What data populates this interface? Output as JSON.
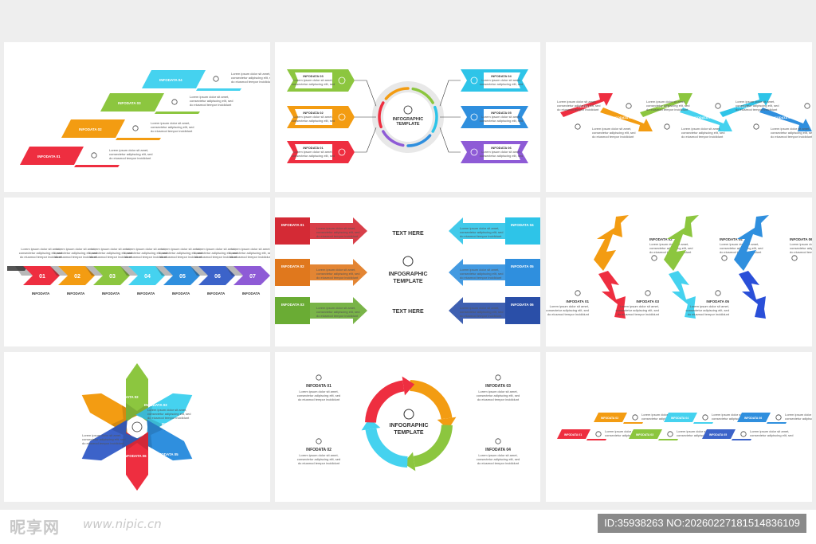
{
  "texts": {
    "infographic_template": "INFOGRAPHIC",
    "template": "TEMPLATE",
    "text_here": "TEXT HERE",
    "lorem_a": "Lorem ipsum dolor sit amet,",
    "lorem_b": "consectetur adipiscing elit, sed",
    "lorem_c": "do eiusmod tempor incididunt",
    "infodata": "INFODATA"
  },
  "p1": {
    "labels": [
      "INFODATA 04",
      "INFODATA 03",
      "INFODATA 02",
      "INFODATA 01"
    ],
    "colors": [
      "#45d2ef",
      "#8cc63f",
      "#f39c12",
      "#ee2e40"
    ]
  },
  "p2": {
    "left": [
      "INFODATA 03",
      "INFODATA 02",
      "INFODATA 01"
    ],
    "right": [
      "INFODATA 04",
      "INFODATA 05",
      "INFODATA 06"
    ],
    "left_colors": [
      "#8cc63f",
      "#f39c12",
      "#ee2e40"
    ],
    "right_colors": [
      "#2ec4e8",
      "#2f8fde",
      "#8e5bd6"
    ]
  },
  "p3": {
    "labels": [
      "INFODATA 01",
      "INFODATA 02",
      "INFODATA 03",
      "INFODATA 04",
      "INFODATA 05",
      "INFODATA 06"
    ],
    "colors": [
      "#ee2e40",
      "#f39c12",
      "#8cc63f",
      "#45d2ef",
      "#2ec4e8",
      "#2f8fde"
    ]
  },
  "p4": {
    "numbers": [
      "01",
      "02",
      "03",
      "04",
      "05",
      "06",
      "07"
    ],
    "colors": [
      "#ee2e40",
      "#f39c12",
      "#8cc63f",
      "#45d2ef",
      "#2f8fde",
      "#3c63c9",
      "#8e5bd6"
    ],
    "label": "INFODATA"
  },
  "p5": {
    "left": [
      "INFODATA 01",
      "INFODATA 02",
      "INFODATA 03"
    ],
    "right": [
      "INFODATA 04",
      "INFODATA 05",
      "INFODATA 06"
    ],
    "left_colors": [
      "#d42a35",
      "#e0781d",
      "#6aac34"
    ],
    "right_colors": [
      "#2ec4e8",
      "#2f8fde",
      "#2a4fa8"
    ]
  },
  "p6": {
    "top": [
      "INFODATA 02",
      "INFODATA 04",
      "INFODATA 06"
    ],
    "bottom": [
      "INFODATA 01",
      "INFODATA 03",
      "INFODATA 05"
    ],
    "top_colors": [
      "#f39c12",
      "#8cc63f",
      "#2f8fde"
    ],
    "bottom_colors": [
      "#ee2e40",
      "#45d2ef",
      "#2a4fd8"
    ]
  },
  "p7": {
    "labels": [
      "INFODATA 01",
      "INFODATA 02",
      "INFODATA 03",
      "INFODATA 04",
      "INFODATA 05",
      "INFODATA 06"
    ],
    "colors": [
      "#f39c12",
      "#8cc63f",
      "#45d2ef",
      "#2f8fde",
      "#ee2e40",
      "#3c63c9"
    ]
  },
  "p8": {
    "labels": [
      "INFODATA 01",
      "INFODATA 02",
      "INFODATA 03",
      "INFODATA 04"
    ],
    "ring_colors": [
      "#f39c12",
      "#8cc63f",
      "#45d2ef",
      "#ee2e40"
    ]
  },
  "p9": {
    "top": [
      "INFODATA 02",
      "INFODATA 04",
      "INFODATA 06"
    ],
    "bottom": [
      "INFODATA 01",
      "INFODATA 03",
      "INFODATA 05"
    ],
    "top_colors": [
      "#f39c12",
      "#45d2ef",
      "#2f8fde"
    ],
    "bottom_colors": [
      "#ee2e40",
      "#8cc63f",
      "#3c63c9"
    ]
  },
  "watermark": {
    "logo": "昵享网",
    "url": "www.nipic.cn",
    "id_text": "ID:35938263 NO:20260227181514836109"
  }
}
